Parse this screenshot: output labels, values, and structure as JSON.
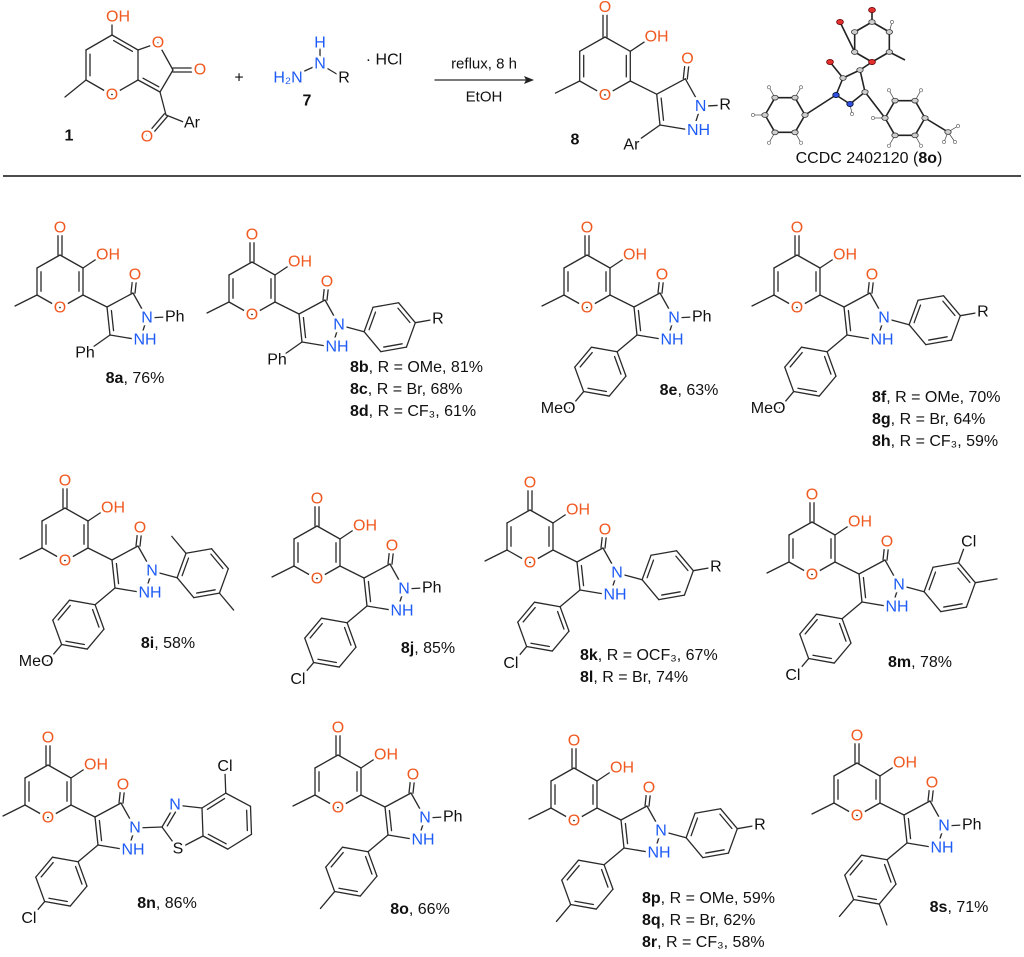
{
  "scheme": {
    "reactant_1": {
      "id": "1",
      "hydroxyl": "OH",
      "ring_oxygen": "O",
      "lactone_oxygen": "O",
      "lactone_carbonyl": "O",
      "ketone_oxygen": "O",
      "aryl": "Ar"
    },
    "plus": "+",
    "reactant_7": {
      "id": "7",
      "h": "H",
      "n": "N",
      "h2n": "H₂N",
      "r": "R",
      "salt": "· HCl"
    },
    "conditions": {
      "above": "reflux, 8 h",
      "below": "EtOH"
    },
    "product_8": {
      "id": "8",
      "aryl": "Ar",
      "r": "R"
    },
    "crystal_structure": {
      "caption": "CCDC 2402120 (",
      "compound": "8o",
      "caption_end": ")"
    }
  },
  "atoms": {
    "o": "O",
    "oh": "OH",
    "n": "N",
    "nh": "NH",
    "s": "S"
  },
  "compounds": [
    {
      "n_label": "Ph",
      "c_label": "Ph",
      "lines": [
        {
          "id": "8a",
          "text": ", 76%"
        }
      ]
    },
    {
      "n_label": "R",
      "c_label": "Ph",
      "lines": [
        {
          "id": "8b",
          "text": ", R = OMe, 81%"
        },
        {
          "id": "8c",
          "text": ", R = Br, 68%"
        },
        {
          "id": "8d",
          "text": ", R = CF₃, 61%"
        }
      ]
    },
    {
      "n_label": "Ph",
      "c_label": "MeO",
      "lines": [
        {
          "id": "8e",
          "text": ", 63%"
        }
      ]
    },
    {
      "n_label": "R",
      "c_label": "MeO",
      "lines": [
        {
          "id": "8f",
          "text": ", R = OMe, 70%"
        },
        {
          "id": "8g",
          "text": ", R = Br, 64%"
        },
        {
          "id": "8h",
          "text": ", R = CF₃, 59%"
        }
      ]
    },
    {
      "c_label": "MeO",
      "lines": [
        {
          "id": "8i",
          "text": ", 58%"
        }
      ]
    },
    {
      "n_label": "Ph",
      "c_label": "Cl",
      "lines": [
        {
          "id": "8j",
          "text": ", 85%"
        }
      ]
    },
    {
      "n_label": "R",
      "c_label": "Cl",
      "lines": [
        {
          "id": "8k",
          "text": ", R = OCF₃, 67%"
        },
        {
          "id": "8l",
          "text": ", R = Br, 74%"
        }
      ]
    },
    {
      "n_extra": "Cl",
      "c_label": "Cl",
      "lines": [
        {
          "id": "8m",
          "text": ", 78%"
        }
      ]
    },
    {
      "n_extra": "Cl",
      "c_label": "Cl",
      "lines": [
        {
          "id": "8n",
          "text": ", 86%"
        }
      ]
    },
    {
      "n_label": "Ph",
      "lines": [
        {
          "id": "8o",
          "text": ", 66%"
        }
      ]
    },
    {
      "n_label": "R",
      "lines": [
        {
          "id": "8p",
          "text": ", R = OMe, 59%"
        },
        {
          "id": "8q",
          "text": ", R = Br, 62%"
        },
        {
          "id": "8r",
          "text": ", R = CF₃, 58%"
        }
      ]
    },
    {
      "n_label": "Ph",
      "lines": [
        {
          "id": "8s",
          "text": ", 71%"
        }
      ]
    }
  ]
}
